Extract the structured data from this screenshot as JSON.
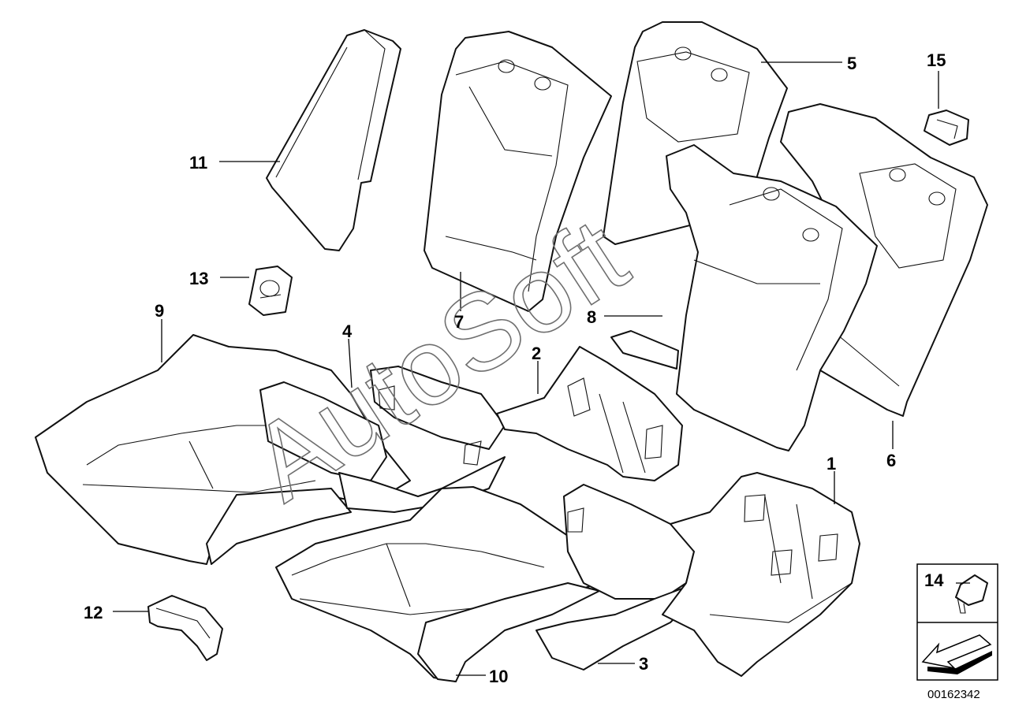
{
  "diagram": {
    "callouts": [
      {
        "id": "c1",
        "label": "1"
      },
      {
        "id": "c2",
        "label": "2"
      },
      {
        "id": "c3",
        "label": "3"
      },
      {
        "id": "c4",
        "label": "4"
      },
      {
        "id": "c5",
        "label": "5"
      },
      {
        "id": "c6",
        "label": "6"
      },
      {
        "id": "c7",
        "label": "7"
      },
      {
        "id": "c8",
        "label": "8"
      },
      {
        "id": "c9",
        "label": "9"
      },
      {
        "id": "c10",
        "label": "10"
      },
      {
        "id": "c11",
        "label": "11"
      },
      {
        "id": "c12",
        "label": "12"
      },
      {
        "id": "c13",
        "label": "13"
      },
      {
        "id": "c14",
        "label": "14"
      },
      {
        "id": "c15",
        "label": "15"
      }
    ],
    "watermark": "AutoSoft",
    "reference_number": "00162342"
  },
  "colors": {
    "line": "#111111",
    "background": "#ffffff",
    "watermark": "#6f6f6f"
  }
}
